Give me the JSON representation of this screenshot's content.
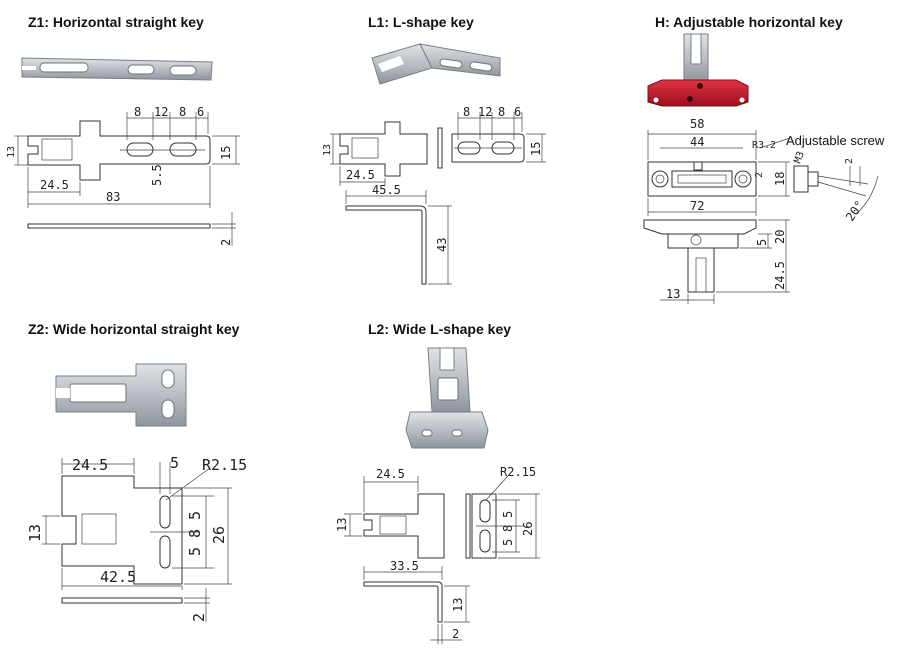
{
  "headings": {
    "z1": "Z1: Horizontal straight key",
    "l1": "L1: L-shape key",
    "h": "H: Adjustable horizontal key",
    "z2": "Z2: Wide horizontal straight key",
    "l2": "L2: Wide L-shape key"
  },
  "z1_dims": {
    "d8a": "8",
    "d12": "12",
    "d8b": "8",
    "d6": "6",
    "d13": "13",
    "d15": "15",
    "d5_5": "5.5",
    "d24_5": "24.5",
    "d83": "83",
    "d2": "2"
  },
  "l1_dims": {
    "d8a": "8",
    "d12": "12",
    "d8b": "8",
    "d6": "6",
    "d13": "13",
    "d15": "15",
    "d24_5": "24.5",
    "d45_5": "45.5",
    "d43": "43"
  },
  "h_dims": {
    "d58": "58",
    "d44": "44",
    "r3_2": "R3.2",
    "d2a": "2",
    "d18": "18",
    "d72": "72",
    "d2b": "2",
    "m3": "M3",
    "deg20": "20°",
    "d5": "5",
    "d20": "20",
    "d24_5": "24.5",
    "d13": "13",
    "screw_label": "Adjustable screw"
  },
  "z2_dims": {
    "d24_5": "24.5",
    "d5": "5",
    "r2_15": "R2.15",
    "d13": "13",
    "d5a": "5",
    "d8": "8",
    "d5b": "5",
    "d26": "26",
    "d42_5": "42.5",
    "d2": "2"
  },
  "l2_dims": {
    "d24_5": "24.5",
    "r2_15": "R2.15",
    "d13": "13",
    "d5a": "5",
    "d8": "8",
    "d5b": "5",
    "d26": "26",
    "d33_5": "33.5",
    "d13b": "13",
    "d2": "2"
  },
  "colors": {
    "steel": "#b9bec4",
    "red_body": "#c8162a",
    "line": "#333333"
  }
}
